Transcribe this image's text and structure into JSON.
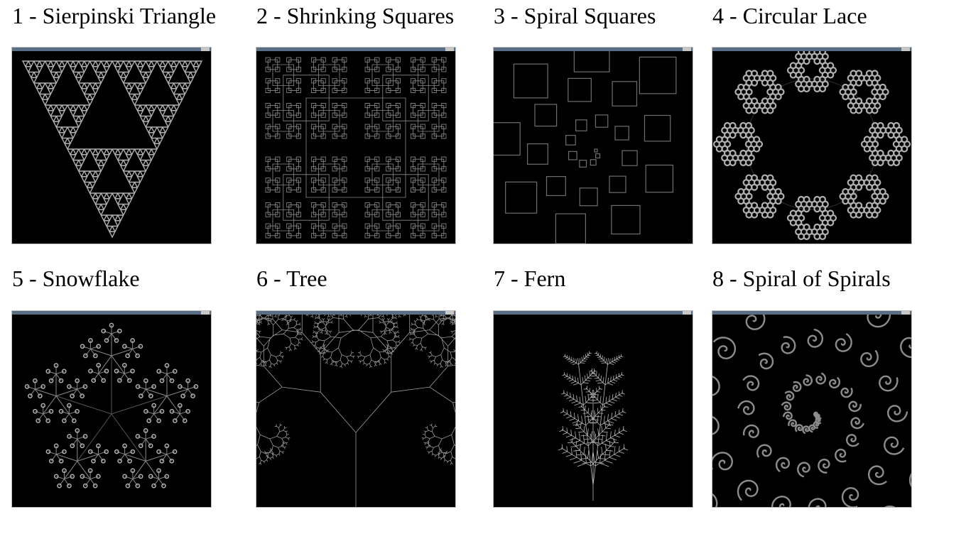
{
  "fractals": [
    {
      "caption": "1 - Sierpinski Triangle",
      "icon": "sierpinski-triangle"
    },
    {
      "caption": "2 - Shrinking Squares",
      "icon": "shrinking-squares"
    },
    {
      "caption": "3 - Spiral Squares",
      "icon": "spiral-squares"
    },
    {
      "caption": "4 - Circular Lace",
      "icon": "circular-lace"
    },
    {
      "caption": "5 - Snowflake",
      "icon": "snowflake"
    },
    {
      "caption": "6 - Tree",
      "icon": "tree"
    },
    {
      "caption": "7 - Fern",
      "icon": "fern"
    },
    {
      "caption": "8 - Spiral of Spirals",
      "icon": "spiral-of-spirals"
    }
  ],
  "colors": {
    "background": "#000000",
    "stroke": "#b0b0b0",
    "titlebar": "#5a6f86"
  }
}
